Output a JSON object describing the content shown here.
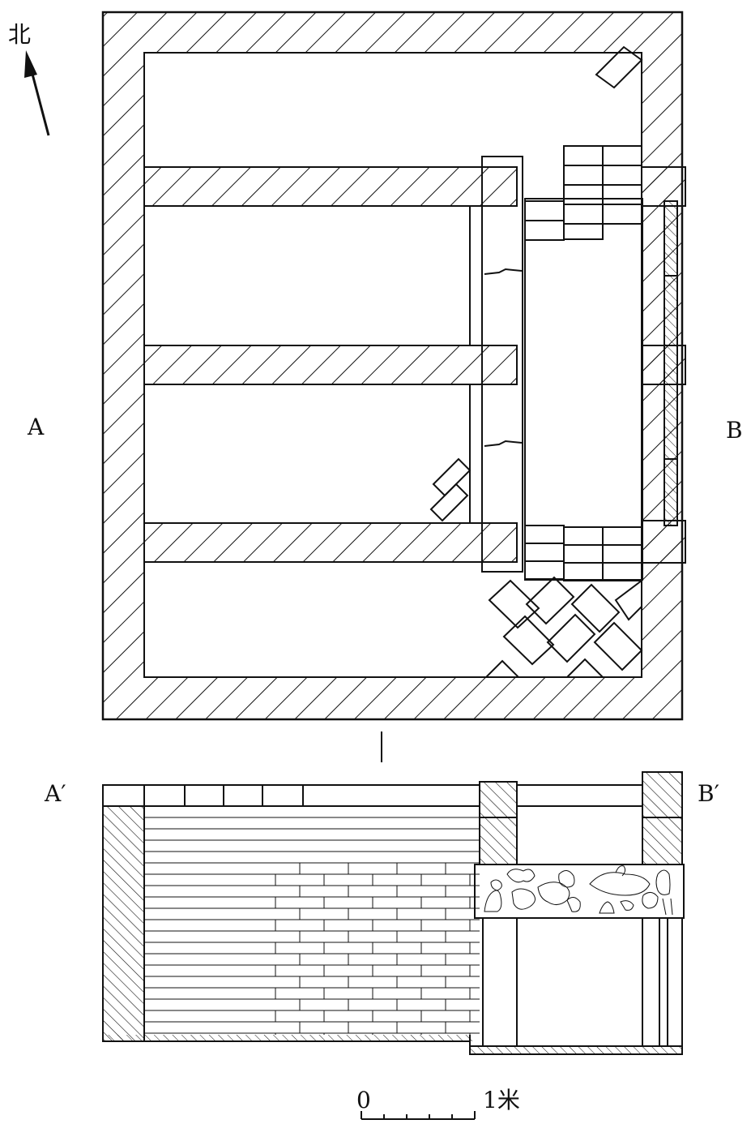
{
  "north": {
    "label": "北"
  },
  "plan": {
    "left_label": "A",
    "right_label": "B"
  },
  "section": {
    "left_label": "A′",
    "right_label": "B′"
  },
  "scale": {
    "start_label": "0",
    "end_label": "1米"
  }
}
